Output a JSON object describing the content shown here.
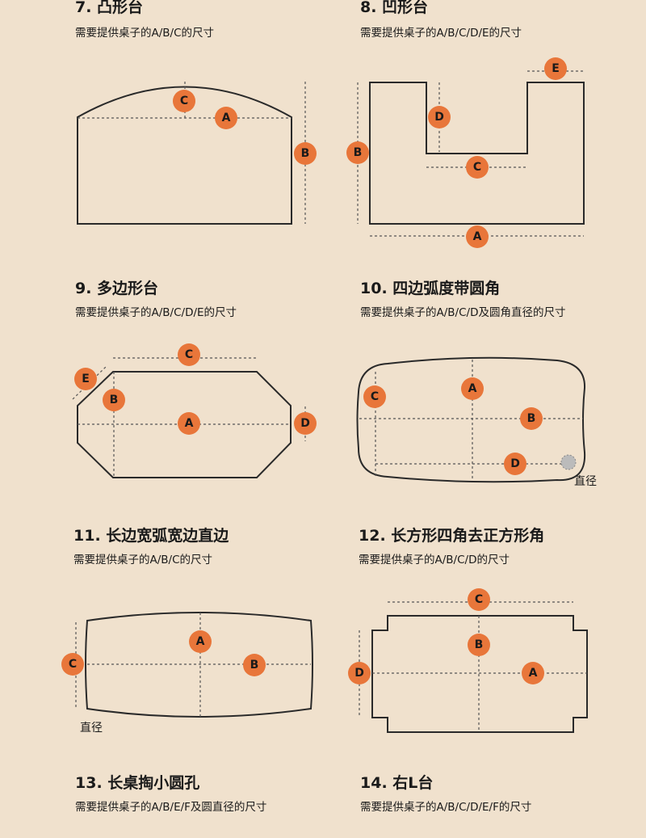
{
  "colors": {
    "background": "#f0e1cd",
    "badge": "#e8763a"
  },
  "items": [
    {
      "title": "7. 凸形台",
      "subtitle": "需要提供桌子的A/B/C的尺寸",
      "labels": [
        "C",
        "A",
        "B"
      ]
    },
    {
      "title": "8. 凹形台",
      "subtitle": "需要提供桌子的A/B/C/D/E的尺寸",
      "labels": [
        "E",
        "D",
        "B",
        "C",
        "A"
      ]
    },
    {
      "title": "9. 多边形台",
      "subtitle": "需要提供桌子的A/B/C/D/E的尺寸",
      "labels": [
        "C",
        "E",
        "B",
        "A",
        "D"
      ]
    },
    {
      "title": "10. 四边弧度带圆角",
      "subtitle": "需要提供桌子的A/B/C/D及圆角直径的尺寸",
      "labels": [
        "A",
        "C",
        "B",
        "D"
      ],
      "note": "直径"
    },
    {
      "title": "11. 长边宽弧宽边直边",
      "subtitle": "需要提供桌子的A/B/C的尺寸",
      "labels": [
        "A",
        "C",
        "B"
      ],
      "note": "直径"
    },
    {
      "title": "12. 长方形四角去正方形角",
      "subtitle": "需要提供桌子的A/B/C/D的尺寸",
      "labels": [
        "C",
        "B",
        "D",
        "A"
      ]
    },
    {
      "title": "13. 长桌掏小圆孔",
      "subtitle": "需要提供桌子的A/B/E/F及圆直径的尺寸"
    },
    {
      "title": "14. 右L台",
      "subtitle": "需要提供桌子的A/B/C/D/E/F的尺寸"
    }
  ]
}
